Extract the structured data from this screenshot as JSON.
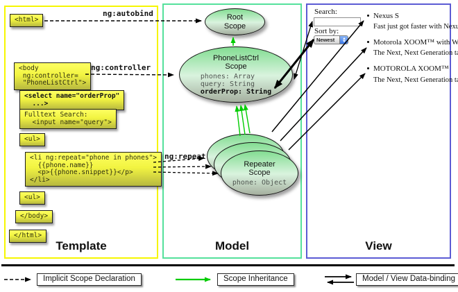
{
  "sections": {
    "template": {
      "label": "Template"
    },
    "model": {
      "label": "Model"
    },
    "view": {
      "label": "View"
    }
  },
  "template_code": {
    "html_open": "<html>",
    "body_open": "<body\n ng:controller=\n \"PhoneListCtrl\">",
    "select_tag": "<select name=\"orderProp\"\n  ...>",
    "fulltext": "Fulltext Search:\n  <input name=\"query\">",
    "ul_open": "<ul>",
    "li_repeat": "<li ng:repeat=\"phone in phones\">\n  {{phone.name}}\n  <p>{{phone.snippet}}</p>\n</li>",
    "ul_close": "<ul>",
    "body_close": "</body>",
    "html_close": "</html>"
  },
  "arrow_labels": {
    "autobind": "ng:autobind",
    "controller": "ng:controller",
    "repeat": "ng:repeat"
  },
  "scopes": {
    "root": {
      "title": "Root\nScope"
    },
    "phone_list": {
      "title": "PhoneListCtrl\nScope",
      "props": "phones: Array\nquery: String",
      "prop_bold": "orderProp: String"
    },
    "repeater": {
      "title": "Repeater\nScope",
      "prop": "phone: Object"
    }
  },
  "view_panel": {
    "search_label": "Search:",
    "search_value": "",
    "sort_label": "Sort by:",
    "sort_value": "Newest",
    "items": [
      {
        "title": "Nexus S",
        "desc": "Fast just got faster with Nexus S."
      },
      {
        "title": "Motorola XOOM™ with Wi-Fi",
        "desc": "The Next, Next Generation tablet."
      },
      {
        "title": "MOTOROLA XOOM™",
        "desc": "The Next, Next Generation tablet."
      }
    ]
  },
  "legend": {
    "implicit": "Implicit Scope Declaration",
    "inheritance": "Scope Inheritance",
    "binding": "Model / View Data-binding"
  },
  "colors": {
    "template_border": "#f6f600",
    "model_border": "#54e19b",
    "view_border": "#5b5bd4",
    "scope_fill_top": "#83dd92",
    "scope_fill_bottom": "#a5af9f",
    "code_box_yellow": "#f2f441",
    "inheritance_arrow_green": "#00cc00",
    "binding_arrow_black": "#000000"
  }
}
